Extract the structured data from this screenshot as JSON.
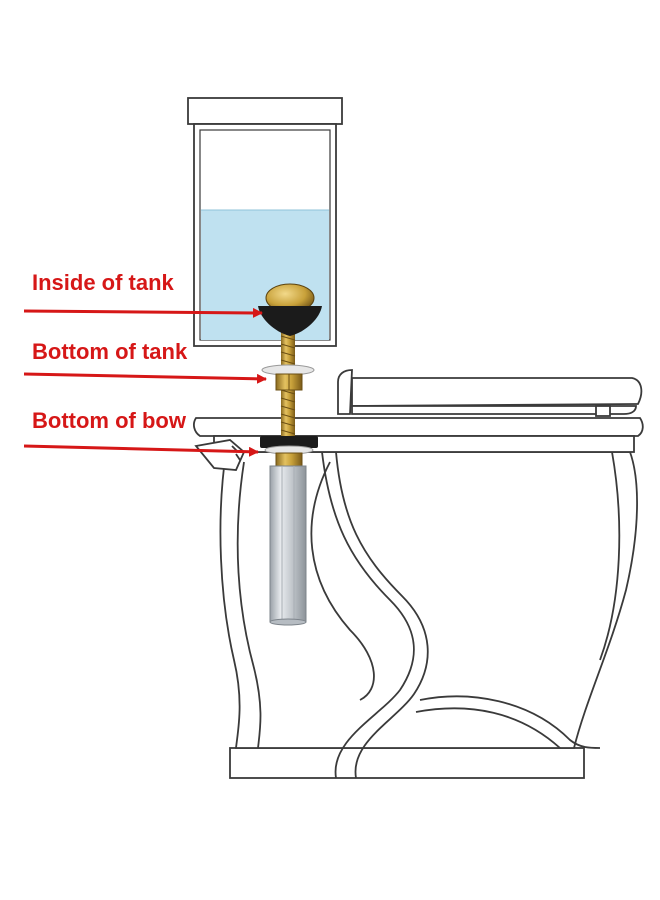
{
  "callouts": [
    {
      "id": "inside-of-tank",
      "label": "Inside of tank"
    },
    {
      "id": "bottom-of-tank",
      "label": "Bottom of tank"
    },
    {
      "id": "bottom-of-bowl",
      "label": "Bottom of bow"
    }
  ],
  "colors": {
    "label": "#d61717",
    "arrow": "#d61717",
    "water": "#bfe1f0",
    "outline": "#3a3a3a",
    "brass": "#c8a13a",
    "rubber": "#1b1b1b",
    "zinc_sleeve": "#c9ced4"
  },
  "parts": {
    "tank": "toilet-tank",
    "bowl": "toilet-bowl",
    "bolt": "tank-to-bowl-bolt",
    "sleeve": "hex-extension-sleeve"
  }
}
